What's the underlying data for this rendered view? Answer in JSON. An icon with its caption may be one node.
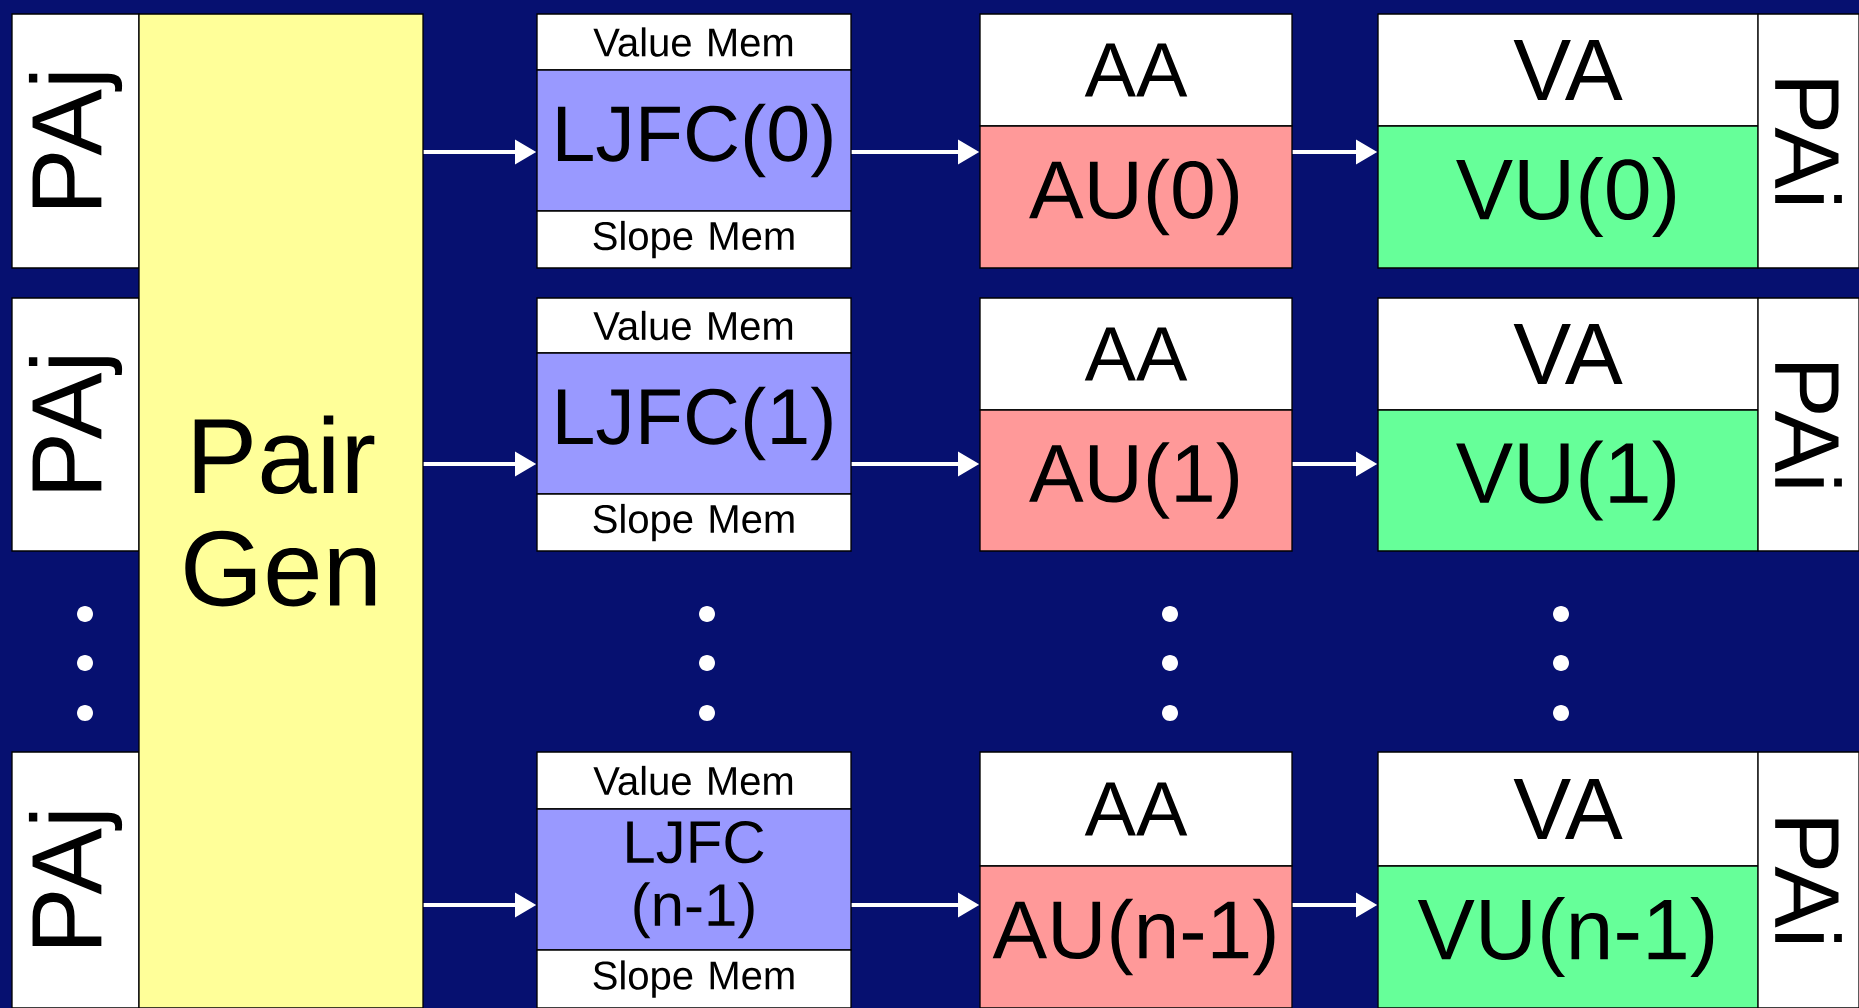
{
  "diagram": {
    "nodes": [
      {
        "text": [
          "PAj"
        ]
      },
      {
        "text": [
          "PAj"
        ]
      },
      {
        "text": [
          "PAj"
        ]
      },
      {
        "text": [
          "Pair Gen"
        ]
      },
      {
        "text": [
          "Value Mem"
        ]
      },
      {
        "text": [
          "LJFC(0)"
        ]
      },
      {
        "text": [
          "Slope Mem"
        ]
      },
      {
        "text": [
          "AA"
        ]
      },
      {
        "text": [
          "AU(0)"
        ]
      },
      {
        "text": [
          "VA"
        ]
      },
      {
        "text": [
          "VU(0)"
        ]
      },
      {
        "text": [
          "PAi"
        ]
      },
      {
        "text": [
          "Value Mem"
        ]
      },
      {
        "text": [
          "LJFC(1)"
        ]
      },
      {
        "text": [
          "Slope Mem"
        ]
      },
      {
        "text": [
          "AA"
        ]
      },
      {
        "text": [
          "AU(1)"
        ]
      },
      {
        "text": [
          "VA"
        ]
      },
      {
        "text": [
          "VU(1)"
        ]
      },
      {
        "text": [
          "PAi"
        ]
      },
      {
        "text": [
          "Value Mem"
        ]
      },
      {
        "text": [
          "LJFC (n-1)"
        ]
      },
      {
        "text": [
          "Slope Mem"
        ]
      },
      {
        "text": [
          "AA"
        ]
      },
      {
        "text": [
          "AU(n-1)"
        ]
      },
      {
        "text": [
          "VA"
        ]
      },
      {
        "text": [
          "VU(n-1)"
        ]
      },
      {
        "text": [
          "PAi"
        ]
      }
    ],
    "edges": [
      {
        "from": 3,
        "to": 5,
        "arrow": "to"
      },
      {
        "from": 5,
        "to": 8,
        "arrow": "to"
      },
      {
        "from": 8,
        "to": 10,
        "arrow": "to"
      },
      {
        "from": 3,
        "to": 13,
        "arrow": "to"
      },
      {
        "from": 13,
        "to": 16,
        "arrow": "to"
      },
      {
        "from": 16,
        "to": 18,
        "arrow": "to"
      },
      {
        "from": 3,
        "to": 21,
        "arrow": "to"
      },
      {
        "from": 21,
        "to": 24,
        "arrow": "to"
      },
      {
        "from": 24,
        "to": 26,
        "arrow": "to"
      }
    ]
  }
}
